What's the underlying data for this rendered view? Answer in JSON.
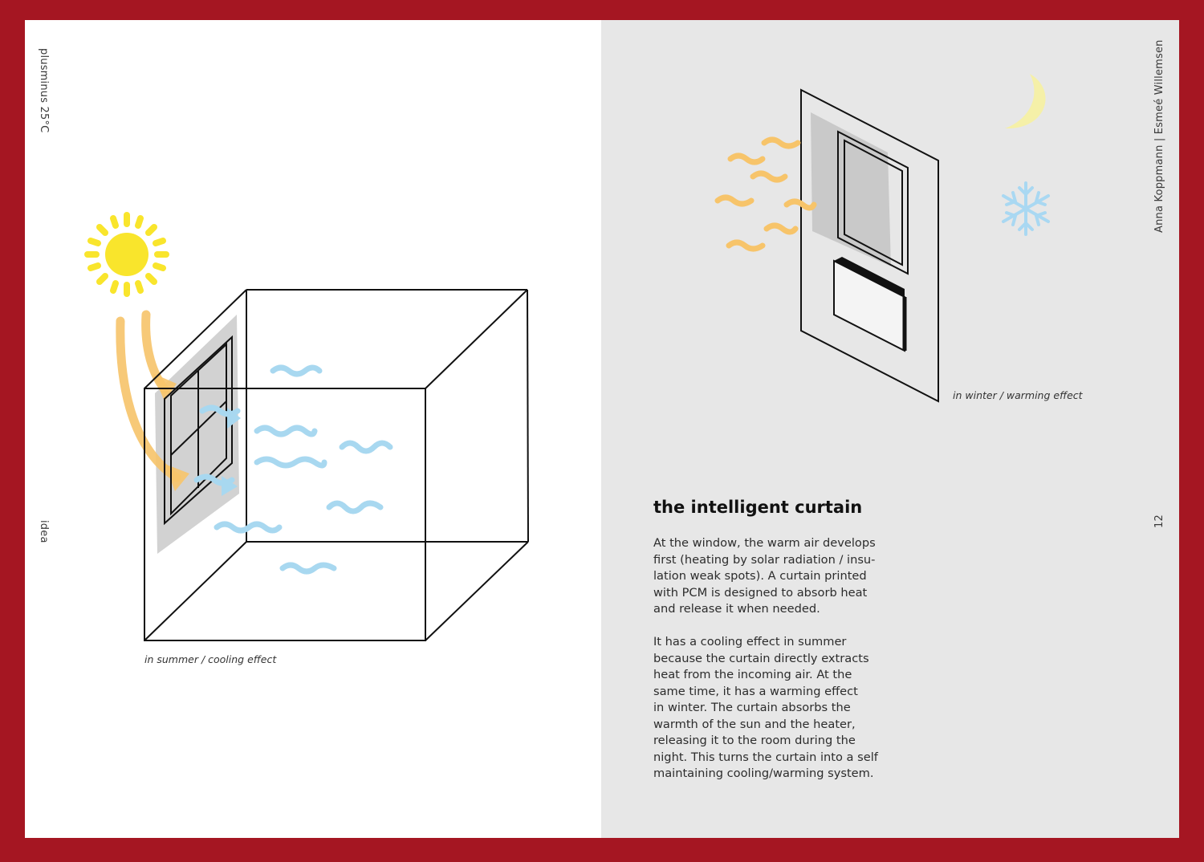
{
  "left_page": {
    "running_header": "plusminus 25°C",
    "section_label": "idea",
    "caption": "in summer / cooling effect"
  },
  "right_page": {
    "running_header": "Anna Koppmann | Esmeé Willemsen",
    "page_number": "12",
    "caption": "in winter / warming effect",
    "title": "the intelligent curtain",
    "paragraph_1": [
      "At the window, the warm air develops",
      "first (heating by solar radiation / insu-",
      "lation weak spots). A curtain printed",
      "with PCM is designed to absorb heat",
      "and release it when needed."
    ],
    "paragraph_2": [
      "It has a cooling effect in summer",
      "because the curtain directly extracts",
      "heat from the incoming air. At the",
      "same time, it has a warming effect",
      "in winter.  The curtain absorbs the",
      "warmth of the sun and the heater,",
      "releasing it to the room during the",
      "night. This turns the curtain into a self",
      "maintaining cooling/warming system."
    ]
  },
  "icons": [
    "sun-icon",
    "moon-icon",
    "snowflake-icon",
    "radiator-icon",
    "window-icon"
  ],
  "colors": {
    "frame": "#a51622",
    "sun": "#f9e52c",
    "warm_air": "#f7c46a",
    "cool_air": "#a8d8f0",
    "curtain": "#cfcfcf",
    "moon": "#f5f0a8",
    "snowflake": "#a9d8f2"
  }
}
